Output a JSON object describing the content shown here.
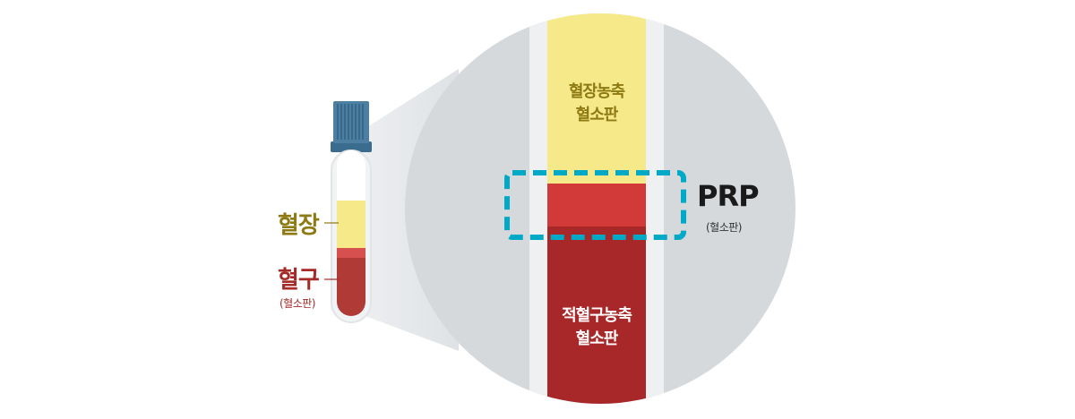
{
  "tube": {
    "plasma_label": "혈장",
    "cells_label": "혈구",
    "cells_sub": "(혈소판)"
  },
  "zoom": {
    "top_band_line1": "혈장농축",
    "top_band_line2": "혈소판",
    "bottom_band_line1": "적혈구농축",
    "bottom_band_line2": "혈소판"
  },
  "prp": {
    "title": "PRP",
    "sub": "(혈소판)"
  },
  "colors": {
    "plasma": "#f6e98a",
    "buffy": "#d23a3a",
    "cells": "#a8282a",
    "circle": "#d6d9dc",
    "highlight": "#00a9c6"
  }
}
